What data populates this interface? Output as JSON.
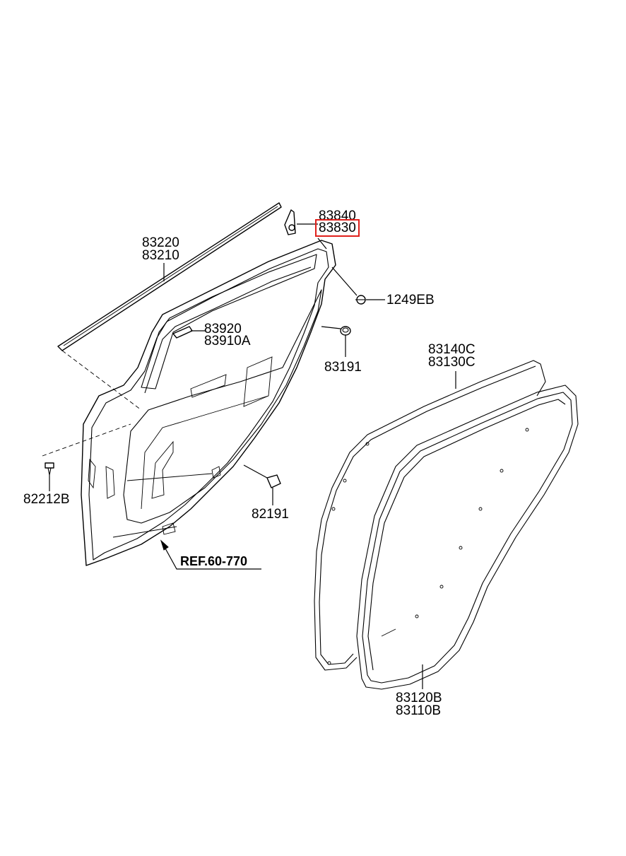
{
  "diagram": {
    "labels": {
      "p83840": "83840",
      "p83830": "83830",
      "p83220": "83220",
      "p83210": "83210",
      "p1249EB": "1249EB",
      "p83920": "83920",
      "p83910A": "83910A",
      "p83191": "83191",
      "p83140C": "83140C",
      "p83130C": "83130C",
      "p82212B": "82212B",
      "p82191": "82191",
      "ref": "REF.60-770",
      "p83120B": "83120B",
      "p83110B": "83110B"
    },
    "highlight_color": "#e0201b"
  }
}
